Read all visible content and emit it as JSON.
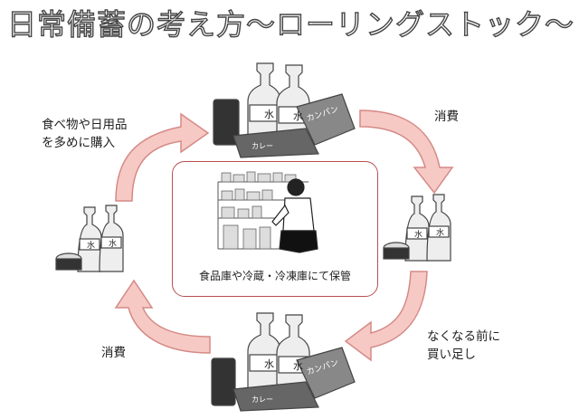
{
  "title": "日常備蓄の考え方～ローリングストック～",
  "steps": {
    "buy": {
      "line1": "食べ物や日用品",
      "line2": "を多めに購入"
    },
    "consume_top": "消費",
    "replenish": {
      "line1": "なくなる前に",
      "line2": "買い足し"
    },
    "consume_bottom": "消費"
  },
  "center_caption": "食品庫や冷蔵・冷凍庫にて保管",
  "bottle_label": "水",
  "bread_label": "カンパン",
  "curry_label": "カレー",
  "colors": {
    "arrow_fill": "#f6c9c4",
    "arrow_stroke": "#d58a86",
    "box_border": "#b85050"
  }
}
